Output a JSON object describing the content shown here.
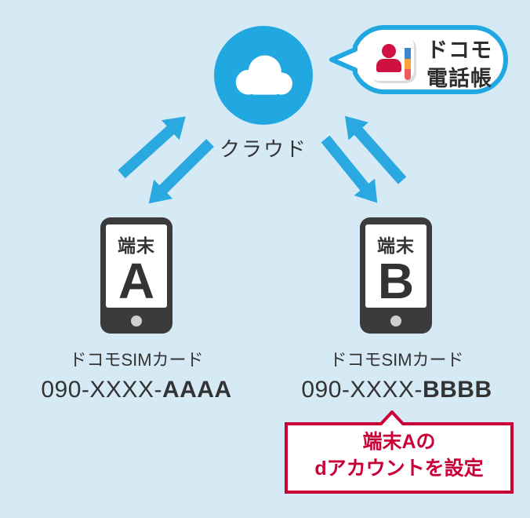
{
  "colors": {
    "background": "#D6EAF6",
    "accent_blue": "#21A8E0",
    "docomo_red": "#C80037",
    "dark_text": "#333333"
  },
  "cloud": {
    "label": "クラウド"
  },
  "phonebook_bubble": {
    "app_icon": "docomo-phonebook-icon",
    "name_line1": "ドコモ",
    "name_line2": "電話帳"
  },
  "devices": {
    "a": {
      "screen_label": "端末",
      "letter": "A",
      "sim_label": "ドコモSIMカード",
      "number_prefix": "090-XXXX-",
      "number_suffix": "AAAA"
    },
    "b": {
      "screen_label": "端末",
      "letter": "B",
      "sim_label": "ドコモSIMカード",
      "number_prefix": "090-XXXX-",
      "number_suffix": "BBBB"
    }
  },
  "callout": {
    "line1": "端末Aの",
    "line2": "dアカウントを設定"
  }
}
